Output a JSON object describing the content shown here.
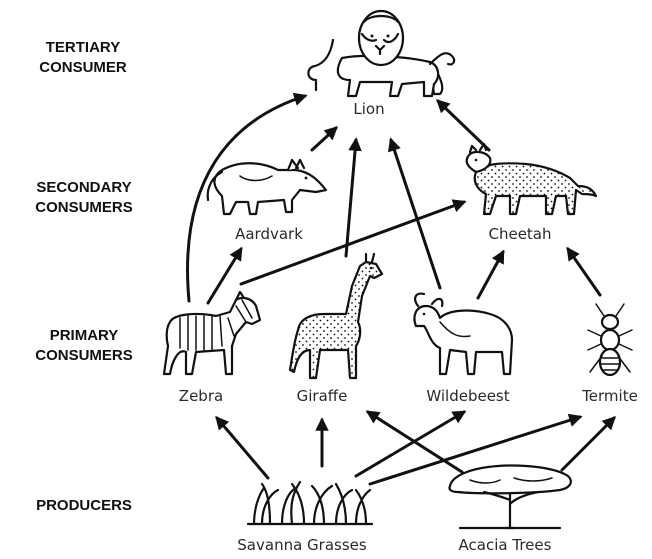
{
  "levels": {
    "tertiary": [
      "TERTIARY",
      "CONSUMER"
    ],
    "secondary": [
      "SECONDARY",
      "CONSUMERS"
    ],
    "primary": [
      "PRIMARY",
      "CONSUMERS"
    ],
    "producers": [
      "PRODUCERS"
    ]
  },
  "organisms": {
    "lion": "Lion",
    "aardvark": "Aardvark",
    "cheetah": "Cheetah",
    "zebra": "Zebra",
    "giraffe": "Giraffe",
    "wildebeest": "Wildebeest",
    "termite": "Termite",
    "grasses": "Savanna Grasses",
    "acacia": "Acacia Trees"
  },
  "links": [
    [
      "grasses",
      "zebra"
    ],
    [
      "grasses",
      "giraffe"
    ],
    [
      "grasses",
      "wildebeest"
    ],
    [
      "grasses",
      "termite"
    ],
    [
      "acacia",
      "giraffe"
    ],
    [
      "acacia",
      "termite"
    ],
    [
      "zebra",
      "aardvark"
    ],
    [
      "zebra",
      "cheetah"
    ],
    [
      "zebra",
      "lion"
    ],
    [
      "giraffe",
      "lion"
    ],
    [
      "wildebeest",
      "lion"
    ],
    [
      "wildebeest",
      "cheetah"
    ],
    [
      "termite",
      "cheetah"
    ],
    [
      "aardvark",
      "lion"
    ],
    [
      "cheetah",
      "lion"
    ]
  ]
}
